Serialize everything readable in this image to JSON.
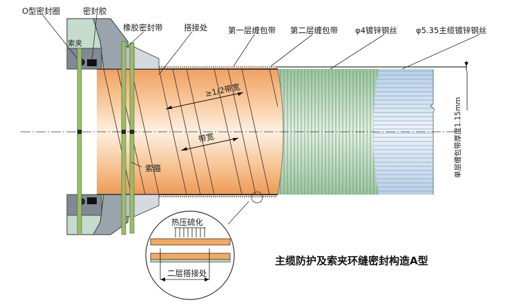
{
  "labels": {
    "o_ring": "O型密封圈",
    "sealant": "密封胶",
    "rubber_seal_strip": "橡胶密封带",
    "overlap": "搭接处",
    "wrap_layer1": "第一层缠包带",
    "wrap_layer2": "第二层缠包带",
    "wire_phi4": "φ4镀锌钢丝",
    "main_cable_wire": "φ5.35主缆镀锌钢丝",
    "cable_clamp": "索夹",
    "half_band_width": "≥1/2带宽",
    "band_width": "带宽",
    "band_hoop": "索箍",
    "single_layer_thickness": "单层缠包带厚度1.15mm",
    "hot_press": "热压硫化",
    "double_overlap": "二层搭接处"
  },
  "caption": "主缆防护及索夹环缝密封构造A型",
  "colors": {
    "wrap_orange": "#f5a862",
    "wrap_light": "#fdebd8",
    "wire_green": "#b4d4b8",
    "main_wire_blue": "#c8dbeb",
    "clamp_grey": "#9aa4ad",
    "hoop_green": "#9bbd6a",
    "clamp_block_green": "#c3dccb"
  }
}
